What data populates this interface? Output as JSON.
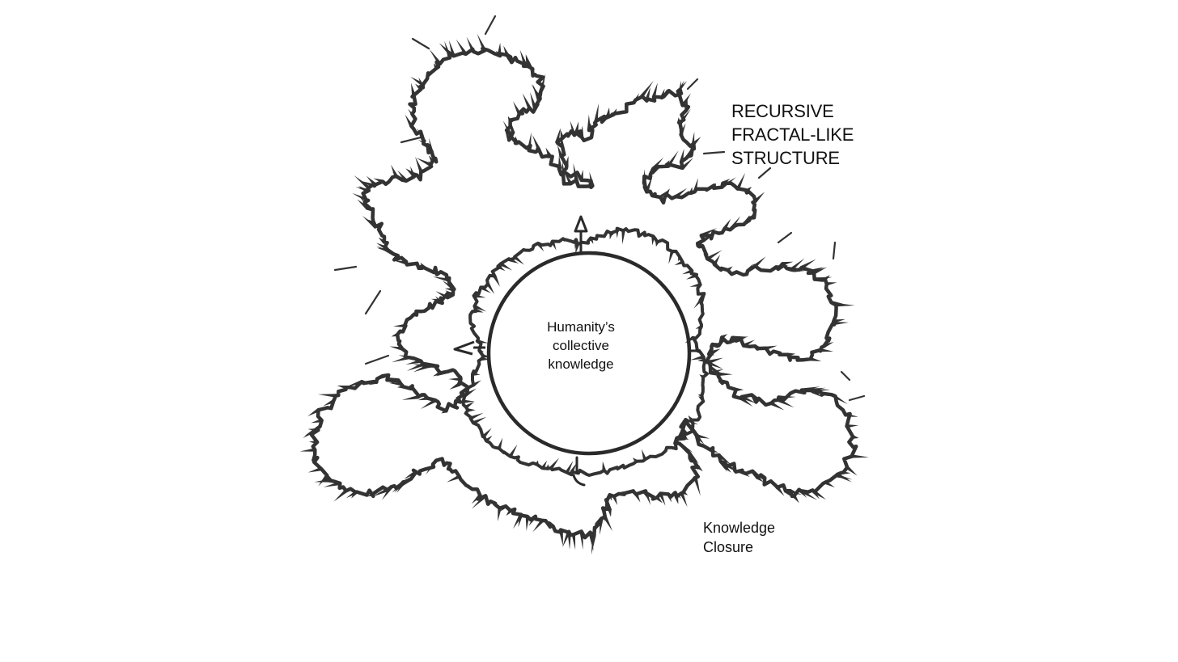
{
  "diagram": {
    "center": {
      "lines": [
        "Humanity’s",
        "collective",
        "knowledge"
      ]
    },
    "structure_label": {
      "lines": [
        "RECURSIVE",
        "FRACTAL-LIKE",
        "STRUCTURE"
      ]
    },
    "closure_label": {
      "lines": [
        "Knowledge",
        "Closure"
      ]
    },
    "colors": {
      "ink": "#333333",
      "background": "#ffffff"
    }
  }
}
